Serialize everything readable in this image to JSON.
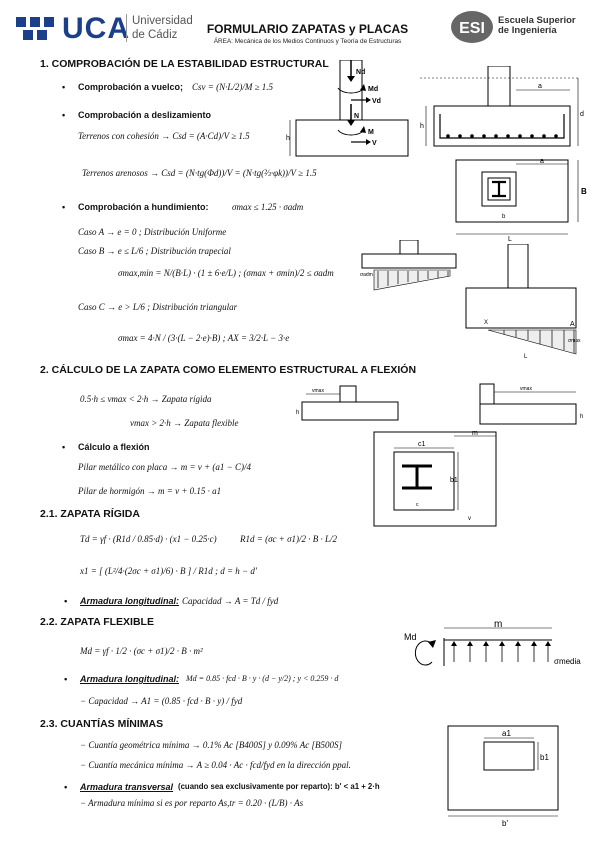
{
  "header": {
    "uca_logo": "UCA",
    "uca_line1": "Universidad",
    "uca_line2": "de Cádiz",
    "title": "FORMULARIO ZAPATAS y PLACAS",
    "subtitle": "ÁREA: Mecánica de los Medios Continuos y Teoría de Estructuras",
    "esi_logo": "ESI",
    "esi_line1": "Escuela Superior",
    "esi_line2": "de Ingeniería"
  },
  "s1": {
    "title": "1.   COMPROBACIÓN DE LA ESTABILIDAD ESTRUCTURAL",
    "vuelco_label": "Comprobación a vuelco;",
    "vuelco_formula": "Csv = (N·L/2)/M ≥ 1.5",
    "desliz_label": "Comprobación a deslizamiento",
    "cohesion": "Terrenos con cohesión →  Csd = (A·Cd)/V ≥ 1.5",
    "arenosos": "Terrenos arenosos →  Csd = (N·tg(Φd))/V = (N·tg(⅔·φk))/V ≥ 1.5",
    "hund_label": "Comprobación a hundimiento:",
    "hund_formula": "σmax ≤ 1.25 · σadm",
    "casoA": "Caso A →   e = 0 ; Distribución Uniforme",
    "casoB": "Caso B →   e ≤ L/6 ; Distribución trapecial",
    "sigma_trap": "σmax,min = N/(B·L) · (1 ± 6·e/L)  ;  (σmax + σmin)/2 ≤ σadm",
    "casoC": "Caso C →   e > L/6 ; Distribución triangular",
    "sigma_tri": "σmax = 4·N / (3·(L − 2·e)·B)  ;  AX = 3/2·L − 3·e"
  },
  "s2": {
    "title": "2.   CÁLCULO DE LA ZAPATA COMO ELEMENTO ESTRUCTURAL A FLEXIÓN",
    "rigida": "0.5·h ≤ vmax < 2·h →   Zapata rígida",
    "flexible": "vmax > 2·h →   Zapata flexible",
    "calc_label": "Cálculo a flexión",
    "metalico": "Pilar metálico con placa →      m = v + (a1 − C)/4",
    "hormigon": "Pilar de hormigón →                 m = v + 0.15 · a1"
  },
  "s21": {
    "title": "2.1.     ZAPATA RÍGIDA",
    "td": "Td = γf · (R1d / 0.85·d) · (x1 − 0.25·c)",
    "r1d": "R1d = (σc + σ1)/2 · B · L/2",
    "x1": "x1 = [ (L²/4·(2σc + σ1)/6) · B ] / R1d   ;     d = h − d'",
    "arm_label": "Armadura longitudinal:",
    "arm_text": "Capacidad →    A = Td / fyd"
  },
  "s22": {
    "title": "2.2.     ZAPATA FLEXIBLE",
    "md": "Md = γf · 1/2 · (σc + σ1)/2 · B · m²",
    "arm_label": "Armadura longitudinal:",
    "arm_formula": "Md = 0.85 · fcd · B · y · (d − y/2)  ;  y < 0.259 · d",
    "capacidad": "− Capacidad →     A1 = (0.85 · fcd · B · y) / fyd"
  },
  "s23": {
    "title": "2.3.     CUANTÍAS MÍNIMAS",
    "geom": "− Cuantía geométrica mínima → 0.1% Ac [B400S]  y 0.09% Ac [B500S]",
    "mec": "− Cuantía mecánica mínima →  A ≥ 0.04 · Ac · fcd/fyd  en la dirección ppal.",
    "transv_label": "Armadura transversal",
    "transv_text": "(cuando sea exclusivamente por reparto):  b' < a1 + 2·h",
    "reparto": "− Armadura mínima si es por reparto   As,tr = 0.20 · (L/B) · As"
  },
  "fig": {
    "Nd": "Nd",
    "Md": "Md",
    "Vd": "Vd",
    "N": "N",
    "M": "M",
    "V": "V",
    "h": "h",
    "a": "a",
    "L": "L",
    "B": "B",
    "b": "b",
    "sigma_adm": "σadm",
    "A": "A",
    "X": "X",
    "sigma_max": "σmax",
    "vmax": "vmax",
    "m": "m",
    "v": "v",
    "a1": "a1",
    "b1": "b1",
    "c": "c",
    "Md2": "Md",
    "m2": "m",
    "sigma_media": "σmedia",
    "bprime": "b'"
  }
}
